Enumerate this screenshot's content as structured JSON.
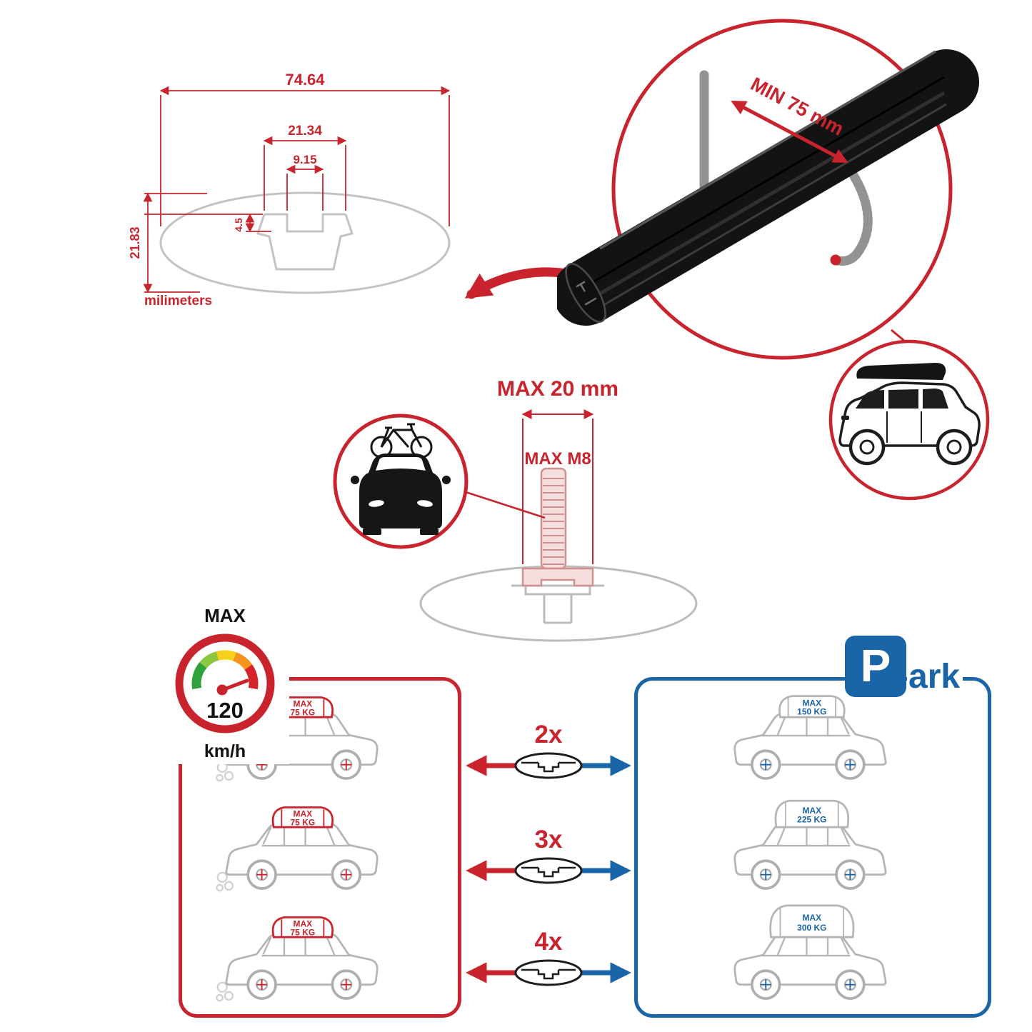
{
  "colors": {
    "accent_red": "#c9232d",
    "accent_blue": "#1a64a8",
    "bar_black": "#131313",
    "outline_gray": "#c3c3c3"
  },
  "profile_dimensions": {
    "total_width_mm": "74.64",
    "outer_slot_mm": "21.34",
    "inner_slot_mm": "9.15",
    "slot_depth_mm": "4.5",
    "profile_height_mm": "21.83",
    "title_units": "milimeters"
  },
  "crossbar_detail": {
    "min_gap_label": "MIN 75 mm"
  },
  "mount_bolt": {
    "max_length_label": "MAX 20 mm",
    "max_thread_label": "MAX M8"
  },
  "speed_limit": {
    "caption": "MAX",
    "value": "120",
    "unit": "km/h"
  },
  "parking": {
    "sign_letter": "P",
    "word_rest": "ark"
  },
  "load_capacity": {
    "bar_counts": [
      "2x",
      "3x",
      "4x"
    ],
    "moving": [
      {
        "label": "MAX",
        "value": "75 KG"
      },
      {
        "label": "MAX",
        "value": "75 KG"
      },
      {
        "label": "MAX",
        "value": "75 KG"
      }
    ],
    "parked": [
      {
        "label": "MAX",
        "value": "150 KG"
      },
      {
        "label": "MAX",
        "value": "225 KG"
      },
      {
        "label": "MAX",
        "value": "300 KG"
      }
    ]
  }
}
